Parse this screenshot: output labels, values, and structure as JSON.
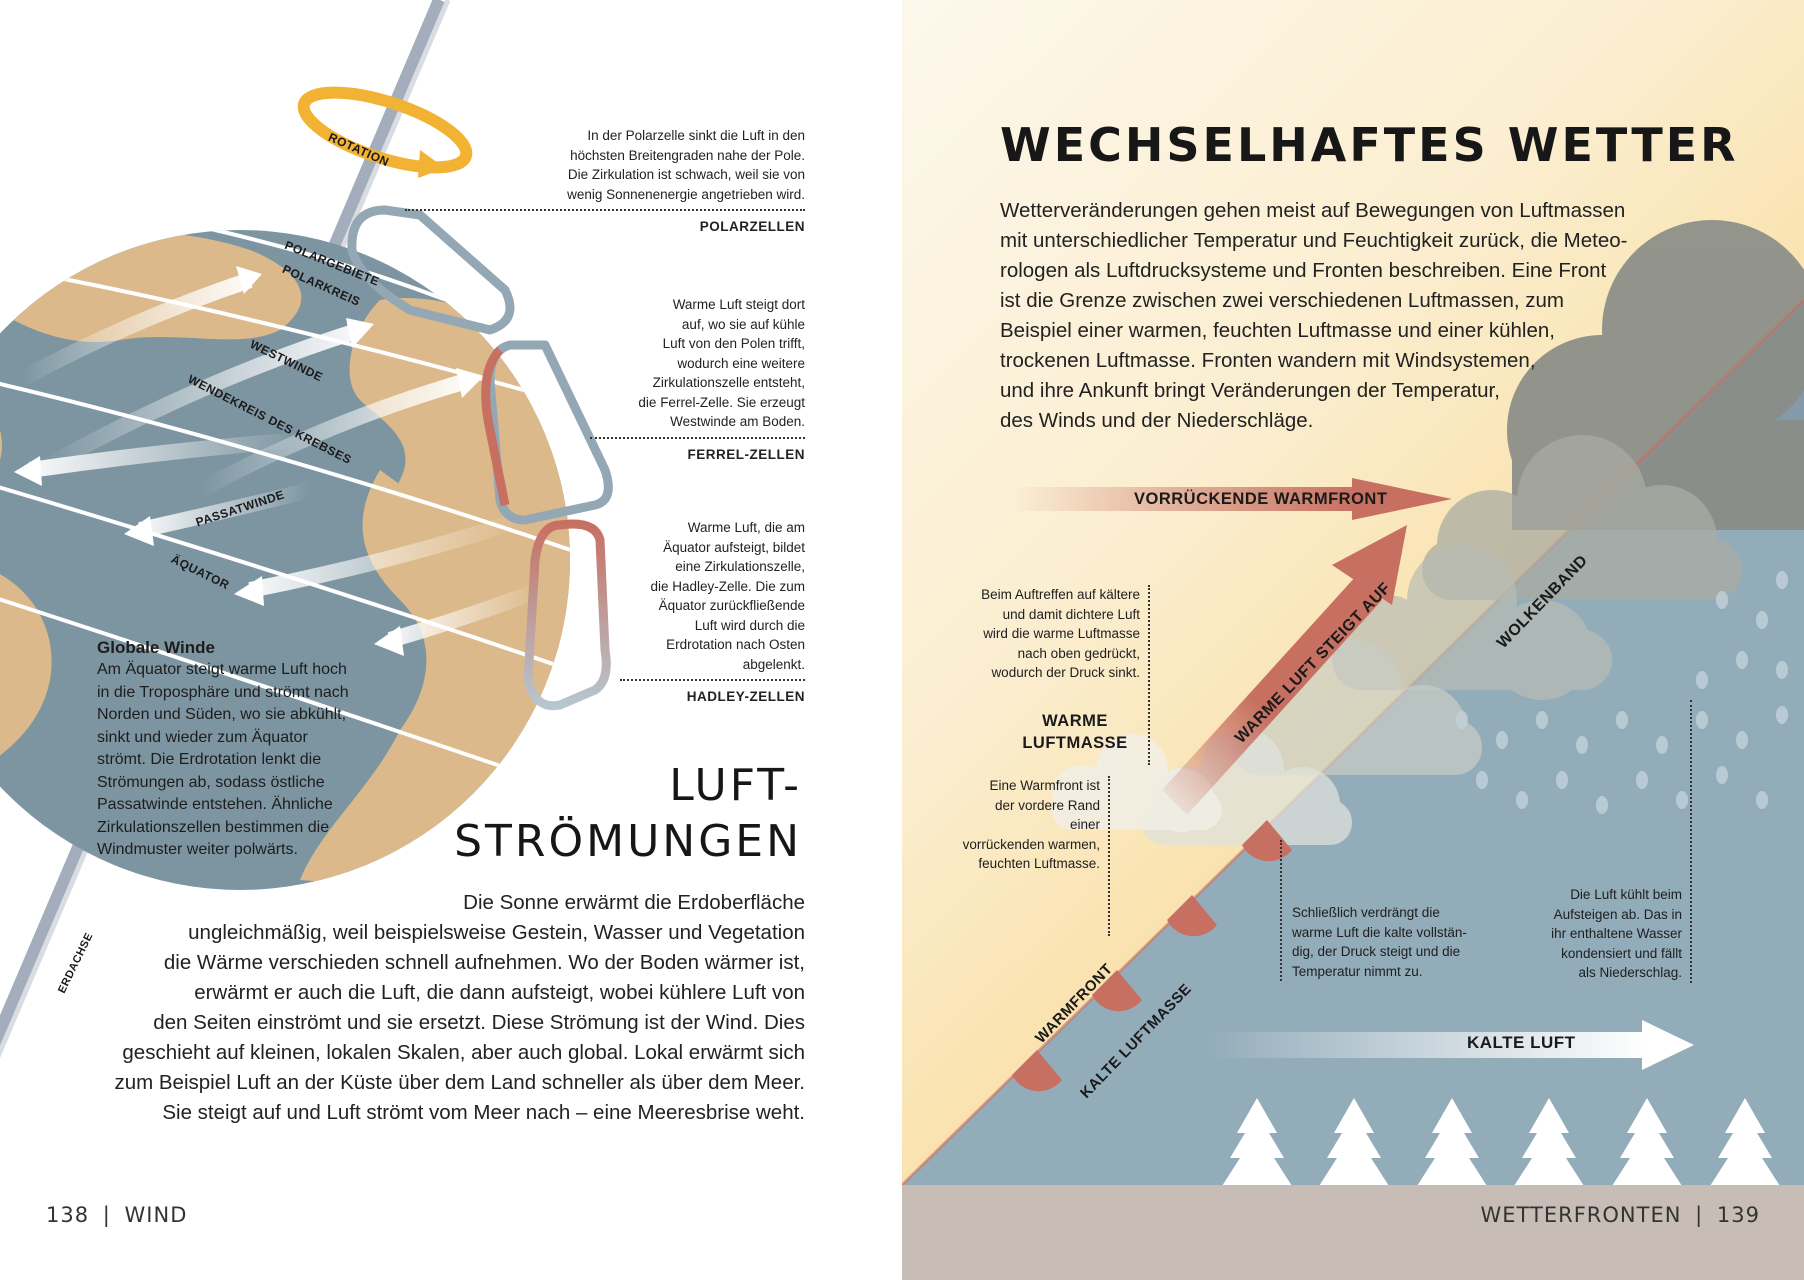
{
  "left_page": {
    "title_line1": "LUFT-",
    "title_line2": "STRÖMUNGEN",
    "body": "Die Sonne erwärmt die Erdoberfläche ungleichmäßig, weil beispielsweise Gestein, Wasser und Vegetation die Wärme verschieden schnell aufnehmen. Wo der Boden wärmer ist, erwärmt er auch die Luft, die dann aufsteigt, wobei kühlere Luft von den Seiten einströmt und sie ersetzt. Diese Strömung ist der Wind. Dies geschieht auf kleinen, lokalen Skalen, aber auch global. Lokal erwärmt sich zum Beispiel Luft an der Küste über dem Land schneller als über dem Meer. Sie steigt auf und Luft strömt vom Meer nach – eine Meeresbrise weht.",
    "body_lines": [
      "Die Sonne erwärmt die Erdoberfläche",
      "ungleichmäßig, weil beispielsweise Gestein, Wasser und Vegetation",
      "die Wärme verschieden schnell aufnehmen. Wo der Boden wärmer ist,",
      "erwärmt er auch die Luft, die dann aufsteigt, wobei kühlere Luft von",
      "den Seiten einströmt und sie ersetzt. Diese Strömung ist der Wind. Dies",
      "geschieht auf kleinen, lokalen Skalen, aber auch global. Lokal erwärmt sich",
      "zum Beispiel Luft an der Küste über dem Land schneller als über dem Meer.",
      "Sie steigt auf und Luft strömt vom Meer nach – eine Meeresbrise weht."
    ],
    "globale_winde": {
      "heading": "Globale Winde",
      "lines": [
        "Am Äquator steigt warme Luft hoch",
        "in die Troposphäre und strömt nach",
        "Norden und Süden, wo sie abkühlt,",
        "sinkt und wieder zum Äquator",
        "strömt. Die Erdrotation lenkt die",
        "Strömungen ab, sodass östliche",
        "Passatwinde entstehen. Ähnliche",
        "Zirkulationszellen bestimmen die",
        "Windmuster weiter polwärts."
      ]
    },
    "callouts": [
      {
        "lines": [
          "In der Polarzelle sinkt die Luft in den",
          "höchsten Breitengraden nahe der Pole.",
          "Die Zirkulation ist schwach, weil sie von",
          "wenig Sonnenenergie angetrieben wird."
        ],
        "label": "POLARZELLEN"
      },
      {
        "lines": [
          "Warme Luft steigt dort",
          "auf, wo sie auf kühle",
          "Luft von den Polen trifft,",
          "wodurch eine weitere",
          "Zirkulationszelle entsteht,",
          "die Ferrel-Zelle. Sie erzeugt",
          "Westwinde am Boden."
        ],
        "label": "FERREL-ZELLEN"
      },
      {
        "lines": [
          "Warme Luft, die am",
          "Äquator aufsteigt, bildet",
          "eine Zirkulationszelle,",
          "die Hadley-Zelle. Die zum",
          "Äquator zurückfließende",
          "Luft wird durch die",
          "Erdrotation nach Osten",
          "abgelenkt."
        ],
        "label": "HADLEY-ZELLEN"
      }
    ],
    "globe_labels": {
      "rotation": "ROTATION",
      "polargebiete": "POLARGEBIETE",
      "polarkreis": "POLARKREIS",
      "westwinde": "WESTWINDE",
      "wendekreis": "WENDEKREIS DES KREBSES",
      "passatwinde": "PASSATWINDE",
      "aequator": "ÄQUATOR",
      "erdachse": "ERDACHSE"
    },
    "footer": {
      "page_number": "138",
      "separator": "|",
      "section": "WIND"
    }
  },
  "right_page": {
    "title": "WECHSELHAFTES WETTER",
    "body_lines": [
      "Wetterveränderungen gehen meist auf Bewegungen von Luftmassen",
      "mit unterschiedlicher Temperatur und Feuchtigkeit zurück, die Meteo-",
      "rologen als Luftdrucksysteme und Fronten beschreiben. Eine Front",
      "ist die Grenze zwischen zwei verschiedenen Luftmassen, zum",
      "Beispiel einer warmen, feuchten Luftmasse und einer kühlen,",
      "trockenen Luftmasse. Fronten wandern mit Windsystemen,",
      "und ihre Ankunft bringt Veränderungen der Temperatur,",
      "des Winds und der Niederschläge."
    ],
    "diagram_labels": {
      "vorrueckende_warmfront": "VORRÜCKENDE WARMFRONT",
      "warme_luft_steigt_auf": "WARME LUFT STEIGT AUF",
      "wolkenband": "WOLKENBAND",
      "warme_luftmasse_1": "WARME",
      "warme_luftmasse_2": "LUFTMASSE",
      "warmfront": "WARMFRONT",
      "kalte_luftmasse": "KALTE LUFTMASSE",
      "kalte_luft": "KALTE LUFT"
    },
    "notes": {
      "auftreffen": [
        "Beim Auftreffen auf kältere",
        "und damit dichtere Luft",
        "wird die warme Luftmasse",
        "nach oben gedrückt,",
        "wodurch der Druck sinkt."
      ],
      "warmfront_def": [
        "Eine Warmfront ist",
        "der vordere Rand einer",
        "vorrückenden warmen,",
        "feuchten Luftmasse."
      ],
      "verdraengt": [
        "Schließlich verdrängt die",
        "warme Luft die kalte vollstän-",
        "dig, der Druck steigt und die",
        "Temperatur nimmt zu."
      ],
      "kuehlt": [
        "Die Luft kühlt beim",
        "Aufsteigen ab. Das in",
        "ihr enthaltene Wasser",
        "kondensiert und fällt",
        "als Niederschlag."
      ]
    },
    "footer": {
      "section": "WETTERFRONTEN",
      "separator": "|",
      "page_number": "139"
    }
  },
  "colors": {
    "ocean": "#7d95a1",
    "land": "#dcb98a",
    "warm_red": "#c77062",
    "cold_air_blue": "#93acba",
    "cloud_grey": "#8a8d88",
    "ground": "#c7bdb6",
    "rotation_yellow": "#f2b234",
    "sky_warm": "#f6d48c"
  }
}
